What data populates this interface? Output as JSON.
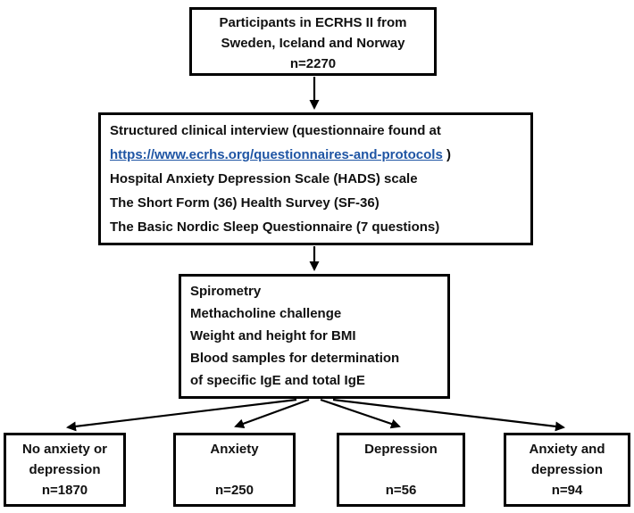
{
  "diagram": {
    "box1": {
      "lines": [
        "Participants in ECRHS II from",
        "Sweden, Iceland and Norway",
        "n=2270"
      ]
    },
    "box2": {
      "line1": "Structured clinical interview (questionnaire found at",
      "link": "https://www.ecrhs.org/questionnaires-and-protocols",
      "link_suffix": " )",
      "line3": "Hospital Anxiety Depression Scale (HADS) scale",
      "line4": "The Short Form (36) Health Survey (SF-36)",
      "line5": "The Basic Nordic Sleep Questionnaire (7 questions)"
    },
    "box3": {
      "lines": [
        "Spirometry",
        "Methacholine challenge",
        "Weight and height for BMI",
        "Blood samples for determination",
        "of specific IgE and total IgE"
      ]
    },
    "outcomes": [
      {
        "lines": [
          "No anxiety or",
          "depression"
        ],
        "n": "n=1870"
      },
      {
        "lines": [
          "Anxiety"
        ],
        "n": "n=250"
      },
      {
        "lines": [
          "Depression"
        ],
        "n": "n=56"
      },
      {
        "lines": [
          "Anxiety and",
          "depression"
        ],
        "n": "n=94"
      }
    ],
    "colors": {
      "link": "#1f55a4",
      "border": "#000000",
      "text": "#111111"
    }
  }
}
